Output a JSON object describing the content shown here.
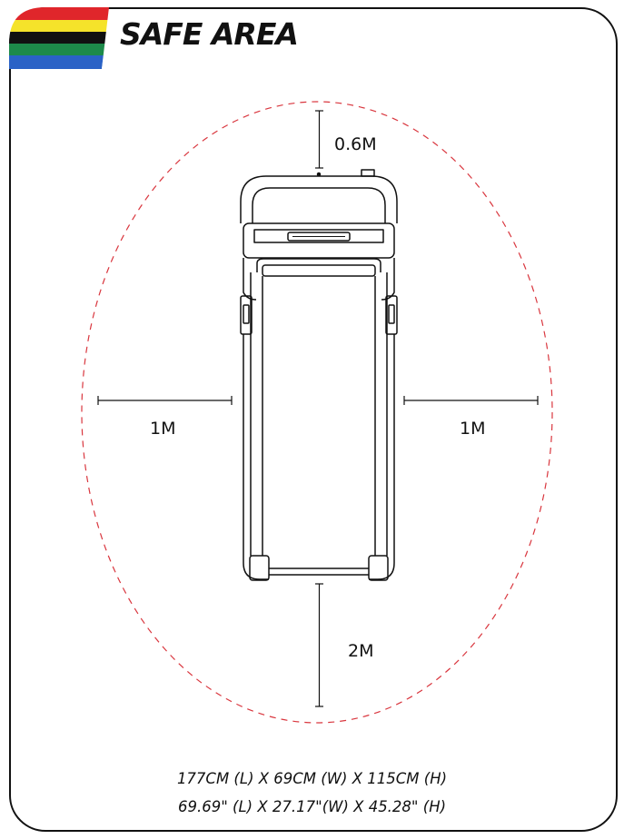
{
  "header": {
    "title": "SAFE AREA",
    "stripe_colors": [
      "#e0262b",
      "#f5e32a",
      "#111111",
      "#1d8a4a",
      "#2a62c6"
    ]
  },
  "clearances": {
    "front": "0.6M",
    "left": "1M",
    "right": "1M",
    "rear": "2M"
  },
  "boundary": {
    "style": "dashed",
    "color": "#d9363e"
  },
  "dimensions": {
    "metric": "177CM (L) X 69CM (W) X 115CM (H)",
    "imperial": "69.69\" (L) X 27.17\"(W) X 45.28\" (H)"
  }
}
